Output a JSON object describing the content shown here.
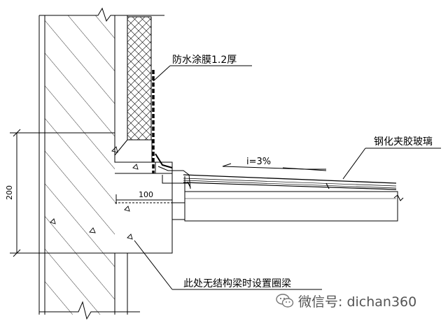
{
  "labels": {
    "waterproof_coating": "防水涂膜1.2厚",
    "tempered_glass": "钢化夹胶玻璃",
    "slope": "i=3%",
    "ring_beam_note": "此处无结构梁时设置圈梁"
  },
  "dimensions": {
    "vertical": "200",
    "horizontal": "100"
  },
  "watermark": {
    "text": "微信号: dichan360",
    "icon": "wechat-icon"
  },
  "colors": {
    "line": "#000000",
    "watermark": "#555555"
  }
}
